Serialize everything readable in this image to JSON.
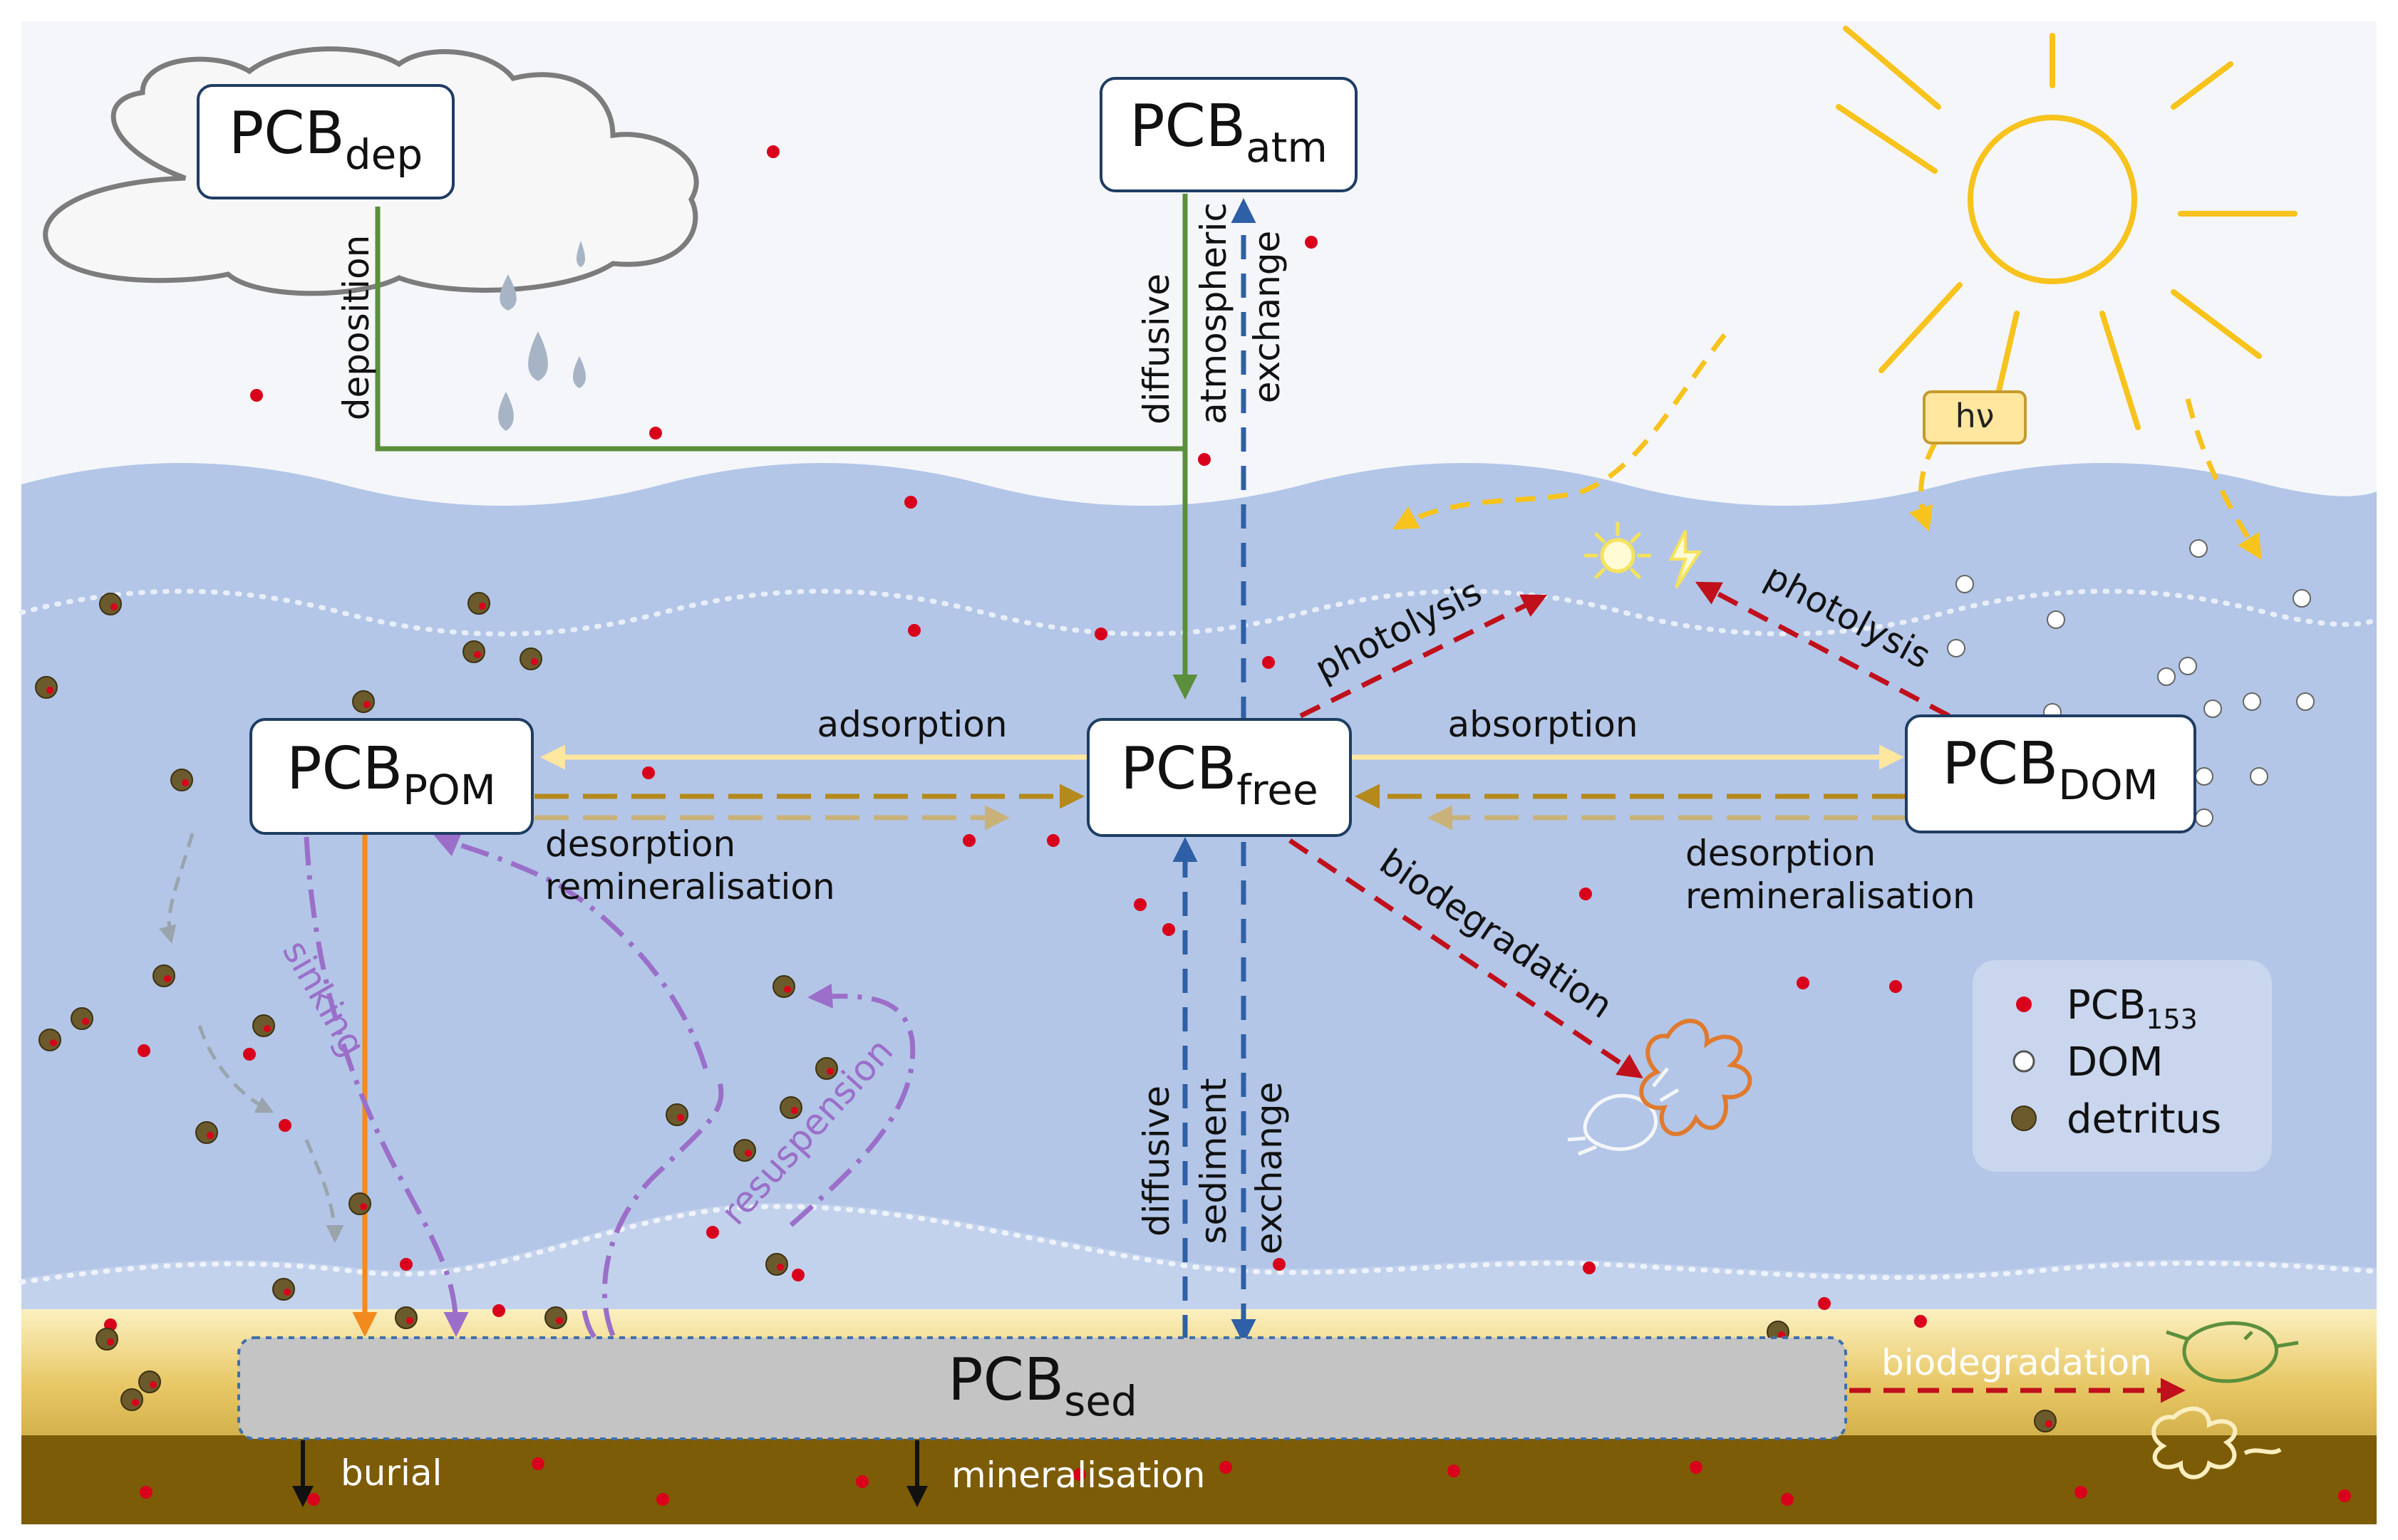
{
  "pools": {
    "dep": {
      "base": "PCB",
      "sub": "dep"
    },
    "atm": {
      "base": "PCB",
      "sub": "atm"
    },
    "pom": {
      "base": "PCB",
      "sub": "POM"
    },
    "free": {
      "base": "PCB",
      "sub": "free"
    },
    "dom": {
      "base": "PCB",
      "sub": "DOM"
    },
    "sed": {
      "base": "PCB",
      "sub": "sed"
    }
  },
  "processes": {
    "deposition": "deposition",
    "diffusive_atm": "diffusive",
    "atmospheric": "atmospheric",
    "exchange_atm": "exchange",
    "hv": "hν",
    "photolysis_left": "photolysis",
    "photolysis_right": "photolysis",
    "adsorption": "adsorption",
    "absorption": "absorption",
    "desorption_left": "desorption",
    "remineralisation_left": "remineralisation",
    "desorption_right": "desorption",
    "remineralisation_right": "remineralisation",
    "sinking": "sinking",
    "resuspension": "resuspension",
    "biodegradation_water": "biodegradation",
    "diffusive_sed": "diffusive",
    "sediment": "sediment",
    "exchange_sed": "exchange",
    "biodegradation_sed": "biodegradation",
    "burial": "burial",
    "mineralisation": "mineralisation"
  },
  "legend": {
    "pcb": {
      "base": "PCB",
      "sub": "153"
    },
    "dom": "DOM",
    "detritus": "detritus"
  },
  "colors": {
    "water": "#b3c6e7",
    "sediment_top": "#f3df95",
    "sediment_bottom": "#7d5c07",
    "pcb_dot": "#d9001b",
    "detritus": "#6b5a2b",
    "atm_flow": "#5b8f3b",
    "exchange": "#2f5fa6",
    "photo_bio": "#c0101b",
    "sorption": "#ffe7a0",
    "desorption": "#b48a1c",
    "sinking": "#f28a1e",
    "resuspension": "#9b6fc9",
    "sun": "#f7c31c"
  }
}
